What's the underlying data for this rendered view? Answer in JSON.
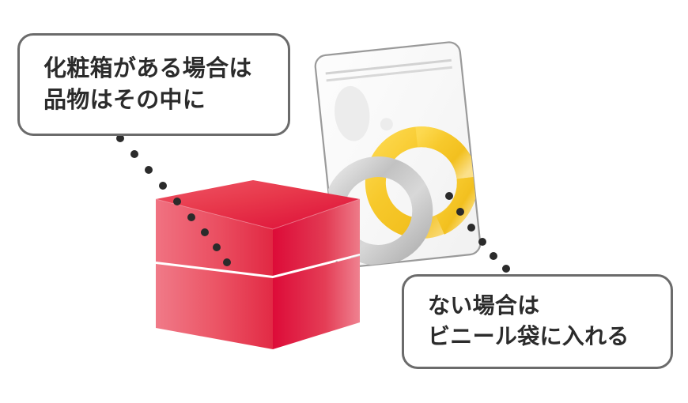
{
  "illustration": {
    "title_alt": "化粧箱がある場合は品物はその中に / ない場合はビニール袋に入れる",
    "background_color": "#ffffff"
  },
  "callouts": [
    {
      "id": "box-case",
      "lines": [
        "化粧箱がある場合は",
        "品物はその中に"
      ],
      "border_color": "#6b6b6b",
      "fill_color": "#ffffff",
      "text_color": "#2b2b2b",
      "points_to": "red-gift-box"
    },
    {
      "id": "bag-case",
      "lines": [
        "ない場合は",
        "ビニール袋に入れる"
      ],
      "border_color": "#6b6b6b",
      "fill_color": "#ffffff",
      "text_color": "#2b2b2b",
      "points_to": "plastic-zip-bag"
    }
  ],
  "objects": {
    "gift_box": {
      "name": "red-gift-box",
      "colors": {
        "top": "#e8374a",
        "left": "#ef6070",
        "right": "#dd0b38",
        "lid_line": "#ffffff"
      }
    },
    "plastic_bag": {
      "name": "plastic-zip-bag",
      "colors": {
        "body": "#fafafa",
        "outline": "#9a9a9a",
        "zip_line": "#d6d6d6",
        "highlight": "#ededed"
      }
    },
    "rings": [
      {
        "name": "gold-ring",
        "color": "#f6c92b",
        "metal": "gold"
      },
      {
        "name": "silver-ring",
        "color": "#c9c9c9",
        "metal": "silver"
      }
    ]
  },
  "leader_lines": [
    {
      "name": "leader-line-box",
      "style": "dotted",
      "dot_color": "#2b2b2b",
      "from": "callout-box-case",
      "to": "red-gift-box"
    },
    {
      "name": "leader-line-bag",
      "style": "dotted",
      "dot_color": "#2b2b2b",
      "from": "plastic-zip-bag",
      "to": "callout-bag-case"
    }
  ]
}
